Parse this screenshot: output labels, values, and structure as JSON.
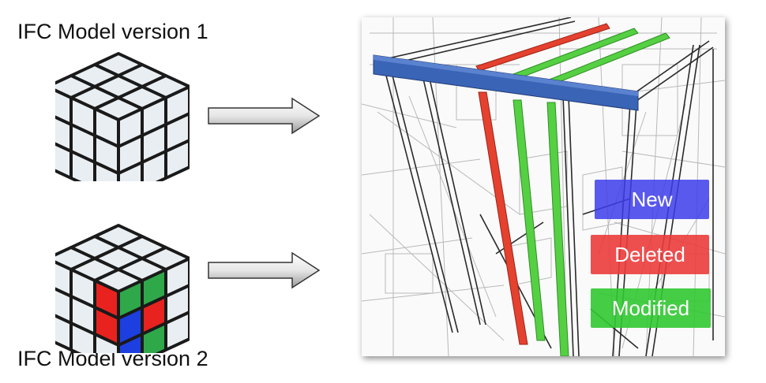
{
  "titles": {
    "version1": "IFC Model version 1",
    "version2": "IFC Model version 2"
  },
  "legend": {
    "new": "New",
    "deleted": "Deleted",
    "modified": "Modified"
  },
  "colors": {
    "new": "#3a5fb8",
    "deleted": "#e03a2a",
    "modified": "#4ec43a",
    "cube_face": "#e9eef2",
    "cube_red": "#e8231f",
    "cube_green": "#2fa84a",
    "cube_blue": "#1d3fe0"
  },
  "icons": {
    "cube1": "rubiks-cube-icon",
    "cube2": "rubiks-cube-changed-icon",
    "arrow": "right-arrow-icon"
  }
}
